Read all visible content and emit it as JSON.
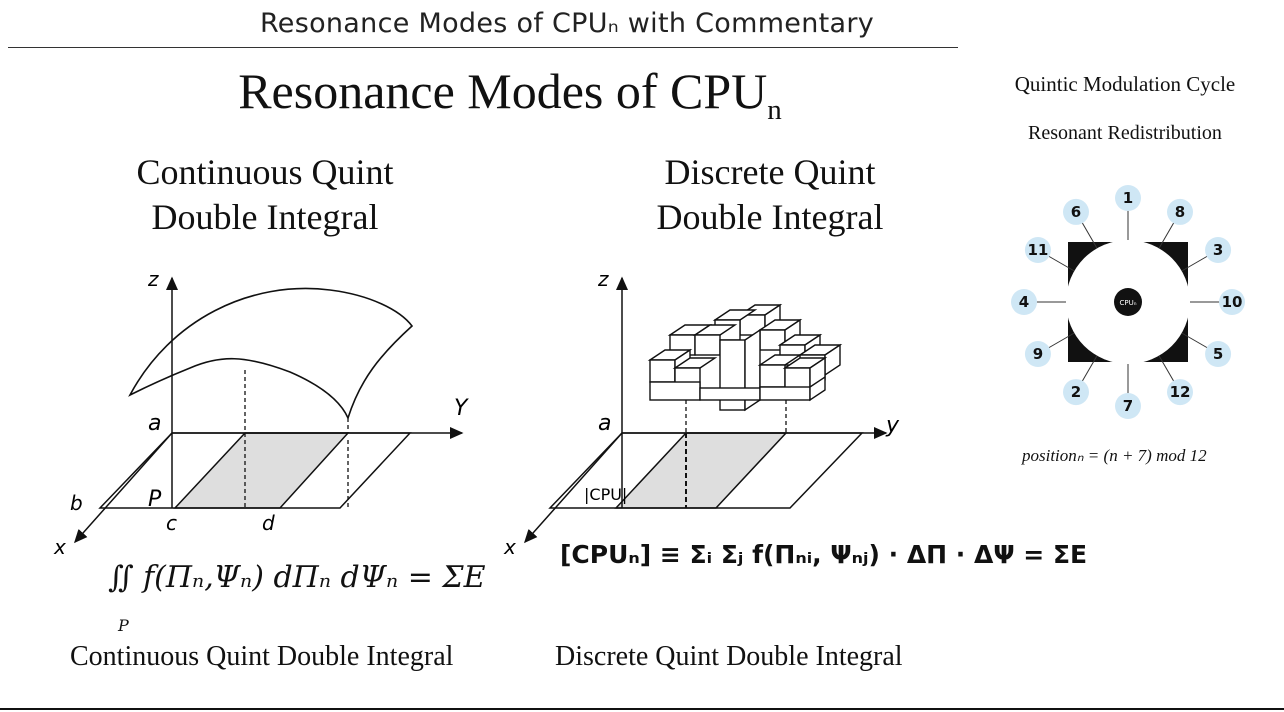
{
  "header": {
    "banner_title": "Resonance Modes of CPUₙ with Commentary",
    "main_title": "Resonance Modes of CPU",
    "main_title_sub": "n"
  },
  "continuous": {
    "heading_line1": "Continuous Quint",
    "heading_line2": "Double Integral",
    "axis_z": "z",
    "axis_y": "Y",
    "axis_x": "x",
    "label_a": "a",
    "label_b": "b",
    "label_P": "P",
    "label_c": "c",
    "label_d": "d",
    "formula": "∬ f(Πₙ,Ψₙ) dΠₙ dΨₙ = ΣE",
    "formula_region": "P",
    "caption": "Continuous Quint Double Integral"
  },
  "discrete": {
    "heading_line1": "Discrete Quint",
    "heading_line2": "Double Integral",
    "axis_z": "z",
    "axis_y": "y",
    "axis_x": "x",
    "label_a": "a",
    "label_cpu": "|CPU|",
    "formula": "[CPUₙ] ≡ Σᵢ Σⱼ f(Πₙᵢ, Ψₙⱼ) · ΔΠ · ΔΨ = ΣE",
    "caption": "Discrete Quint Double Integral"
  },
  "cycle": {
    "title": "Quintic Modulation Cycle",
    "subtitle": "Resonant Redistribution",
    "center_label": "CPUₙ",
    "positions": [
      "1",
      "8",
      "3",
      "10",
      "5",
      "12",
      "7",
      "2",
      "9",
      "4",
      "11",
      "6"
    ],
    "formula": "positionₙ = (n + 7) mod 12",
    "node_color": "#cfe7f5"
  }
}
